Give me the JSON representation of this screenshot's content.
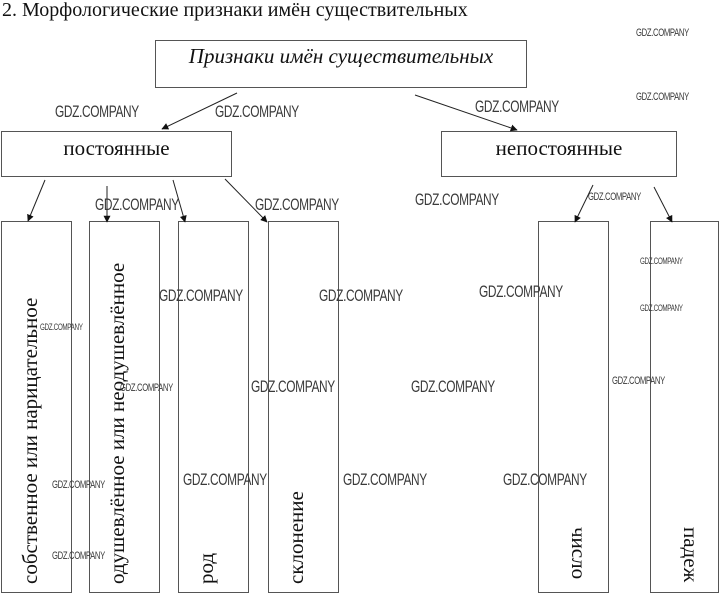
{
  "heading": "2. Морфологические признаки имён существительных",
  "root": {
    "label": "Признаки имён существительных"
  },
  "groups": [
    {
      "id": "constant",
      "label": "постоянные"
    },
    {
      "id": "variable",
      "label": "непостоянные"
    }
  ],
  "leaves": [
    {
      "group": "constant",
      "label": "собственное или нарицательное"
    },
    {
      "group": "constant",
      "label": "одушевлённое или неодушевлённое"
    },
    {
      "group": "constant",
      "label": "род"
    },
    {
      "group": "constant",
      "label": "склонение"
    },
    {
      "group": "variable",
      "label": "число"
    },
    {
      "group": "variable",
      "label": "падеж"
    }
  ],
  "watermark": "GDZ.COMPANY"
}
